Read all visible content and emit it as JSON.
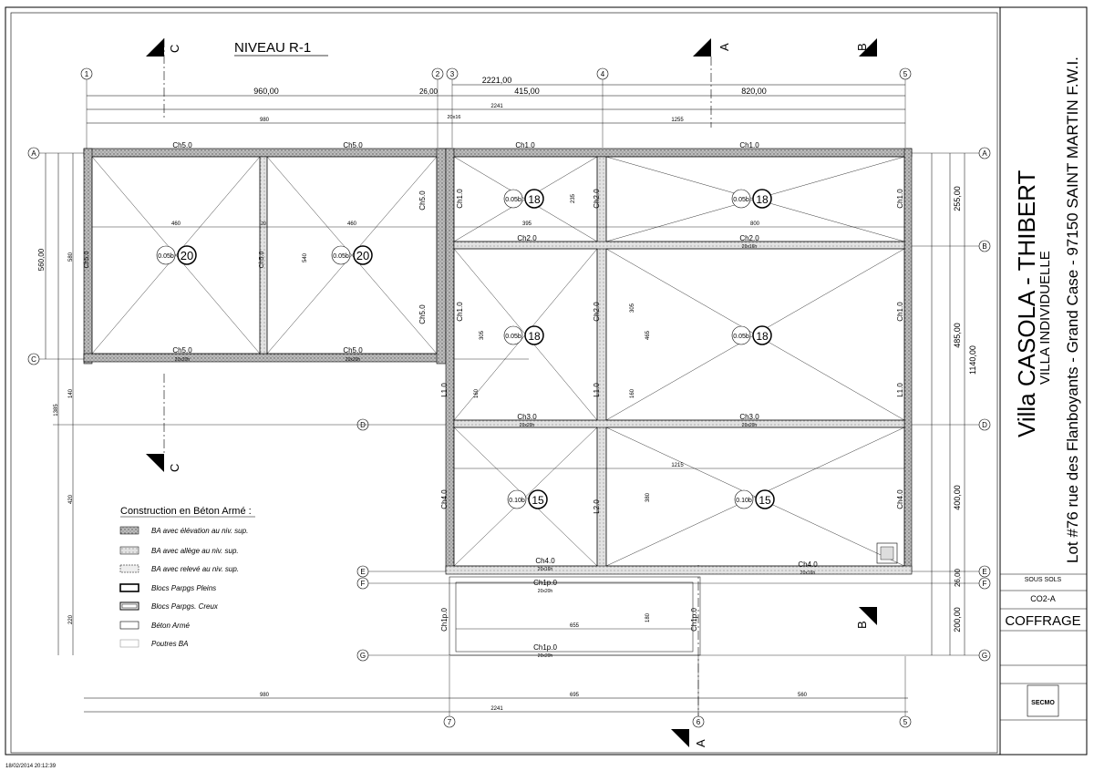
{
  "level_title": "NIVEAU R-1",
  "timestamp": "18/02/2014 20:12:39",
  "grid_columns": [
    "1",
    "2",
    "3",
    "4",
    "5",
    "6",
    "7"
  ],
  "grid_rows": [
    "A",
    "B",
    "C",
    "D",
    "E",
    "F",
    "G"
  ],
  "section_marks": [
    "A",
    "B",
    "C"
  ],
  "dimensions_top": {
    "overall": "2221,00",
    "d1": "960,00",
    "d2": "26,00",
    "d3": "415,00",
    "d4": "820,00",
    "sub1": "980",
    "sub2": "1255",
    "sub3": "2241",
    "small": "20x16"
  },
  "dimensions_bottom": {
    "d1": "980",
    "d2": "695",
    "d3": "560",
    "overall": "2241"
  },
  "dimensions_right": {
    "d1": "255,00",
    "d2": "485,00",
    "d3": "1140,00",
    "d4": "400,00",
    "d5": "26,00",
    "d6": "200,00"
  },
  "dimensions_left": {
    "d1": "560,00",
    "d2": "580",
    "d3": "1385",
    "d4": "140",
    "d5": "420",
    "d6": "220"
  },
  "beams": {
    "ch50": "Ch5.0",
    "ch10": "Ch1.0",
    "ch20": "Ch2.0",
    "ch30": "Ch3.0",
    "ch40": "Ch4.0",
    "ch1p": "Ch1p.0",
    "l10": "L1.0",
    "l20": "L2.0",
    "sec_20x20": "20x20h",
    "sec_20x16": "20x16h",
    "sec_20x40": "20x40h"
  },
  "slabs": {
    "s1": "0.05b",
    "s2": "0.10b",
    "n20": "20",
    "n18": "18",
    "n15": "15"
  },
  "inner_dims": {
    "w460": "460",
    "w395": "395",
    "w800": "800",
    "w1215": "1215",
    "w655": "655",
    "h540": "540",
    "h305": "305",
    "h465": "465",
    "h380": "380",
    "h160": "160",
    "h235": "235",
    "h180": "180",
    "h20": "20"
  },
  "legend": {
    "title": "Construction en Béton Armé :",
    "items": [
      {
        "label": "BA avec élévation au niv. sup."
      },
      {
        "label": "BA avec allège au niv. sup."
      },
      {
        "label": "BA avec relevé au niv. sup."
      },
      {
        "label": "Blocs Parpgs Pleins"
      },
      {
        "label": "Blocs Parpgs. Creux"
      },
      {
        "label": "Béton Armé"
      },
      {
        "label": "Poutres BA"
      }
    ]
  },
  "title_block": {
    "project": "Villa CASOLA - THIBERT",
    "type": "VILLA INDIVIDUELLE",
    "address": "Lot #76 rue des Flanboyants - Grand Case - 97150 SAINT MARTIN F.W.I.",
    "level": "SOUS SOLS",
    "code": "CO2-A",
    "drawing": "COFFRAGE",
    "logo": "SECMO"
  },
  "colors": {
    "ink": "#000000",
    "hatch": "#6e6e6e",
    "fill_light": "#d8d8d8"
  }
}
